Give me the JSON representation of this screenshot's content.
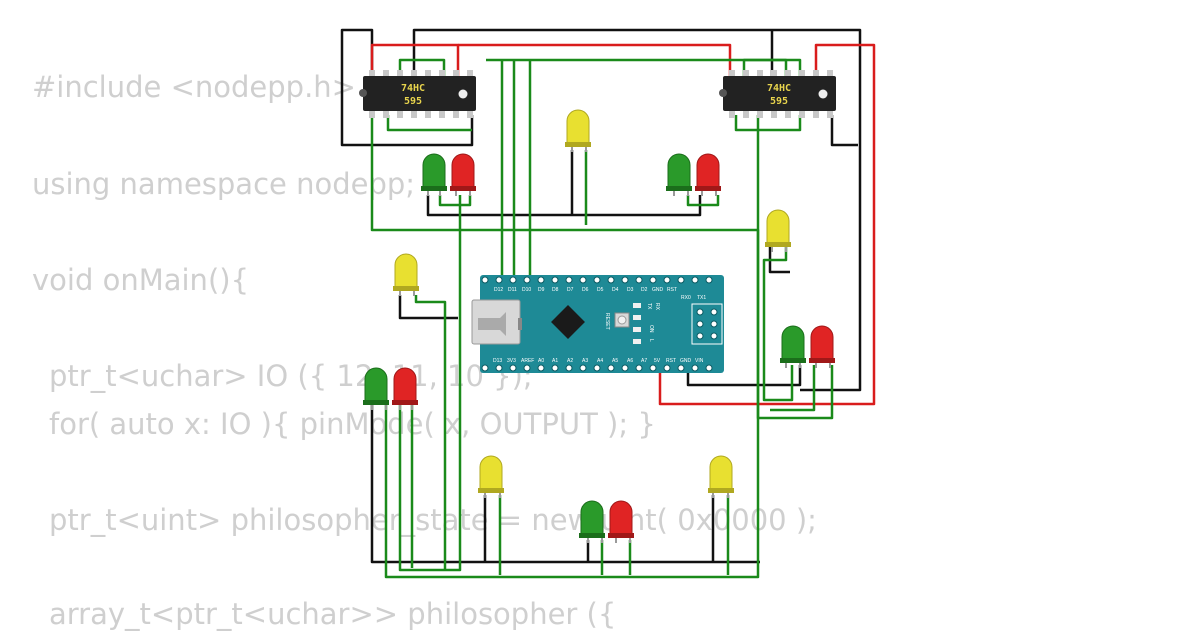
{
  "code": {
    "lines": [
      "#include <nodepp.h>",
      "using namespace nodepp;",
      "void onMain(){",
      "ptr_t<uchar> IO ({ 12, 11, 10 });",
      "for( auto x: IO ){ pinMode( x, OUTPUT ); }",
      "ptr_t<uint> philosopher_state = new uint( 0x0000 );",
      "array_t<ptr_t<uchar>> philosopher ({"
    ]
  },
  "circuit": {
    "chips": [
      {
        "line1": "74HC",
        "line2": "595"
      },
      {
        "line1": "74HC",
        "line2": "595"
      }
    ],
    "board": {
      "top_pins": [
        "D12",
        "D11",
        "D10",
        "D9",
        "D8",
        "D7",
        "D6",
        "D5",
        "D4",
        "D3",
        "D2",
        "GND",
        "RST",
        "RX0",
        "TX1"
      ],
      "bottom_pins": [
        "D13",
        "3V3",
        "AREF",
        "A0",
        "A1",
        "A2",
        "A3",
        "A4",
        "A5",
        "A6",
        "A7",
        "5V",
        "RST",
        "GND",
        "VIN"
      ],
      "reset_label": "RESET",
      "led_labels": [
        "TX",
        "RX",
        "ON",
        "L"
      ]
    },
    "colors": {
      "wire_green": "#1a8a1a",
      "wire_red": "#d91c1c",
      "wire_black": "#111111",
      "board": "#1e8a96",
      "chip": "#222222",
      "led_green": "#2a9a2a",
      "led_red": "#e02424",
      "led_yellow": "#e8e030"
    }
  }
}
